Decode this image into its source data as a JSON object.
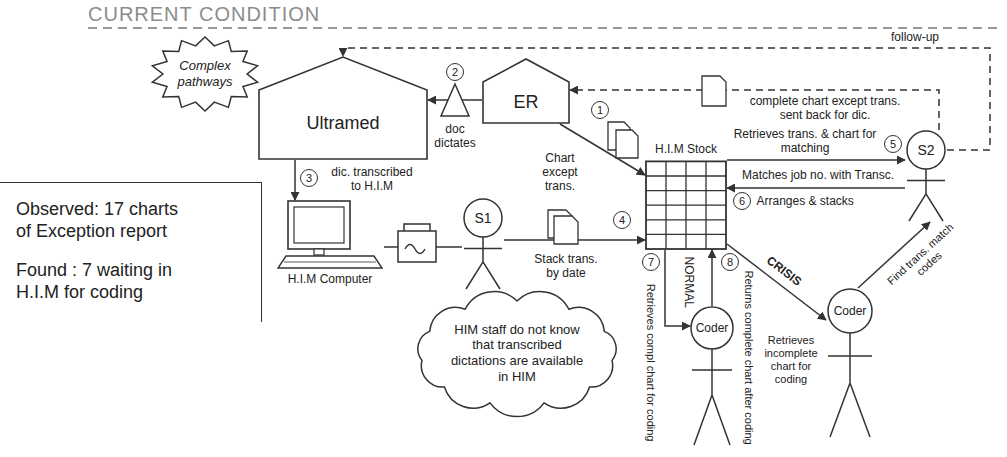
{
  "diagram": {
    "title": "CURRENT CONDITION",
    "nodes": [
      {
        "text": [
          "Complex pathways"
        ]
      },
      {
        "text": [
          "Ultramed"
        ]
      },
      {
        "text": [
          "ER"
        ]
      },
      {
        "text": [
          "Observed: 17 charts of Exception report",
          "Found : 7 waiting in H.I.M for coding"
        ]
      },
      {
        "text": [
          "H.I.M Computer"
        ]
      },
      {
        "text": [
          "S1"
        ]
      },
      {
        "text": [
          "H.I.M Stock"
        ]
      },
      {
        "text": [
          "S2"
        ]
      },
      {
        "text": [
          "HIM staff do not know that transcribed dictations are available in HIM"
        ]
      },
      {
        "text": [
          "Coder"
        ]
      },
      {
        "text": [
          "Coder"
        ]
      }
    ],
    "edges": [
      {
        "from": 2,
        "to": 6,
        "label": "Chart except trans.",
        "arrow": "to"
      },
      {
        "from": 2,
        "to": 1,
        "label": "doc dictates",
        "arrow": "to"
      },
      {
        "from": 1,
        "to": 4,
        "label": "dic. transcribed to H.I.M",
        "arrow": "to"
      },
      {
        "from": 4,
        "to": 5,
        "arrow": "none"
      },
      {
        "from": 5,
        "to": 6,
        "label": "Stack trans. by date",
        "arrow": "to"
      },
      {
        "from": 6,
        "to": 7,
        "label": "Retrieves trans. & chart for matching",
        "arrow": "to"
      },
      {
        "from": 7,
        "to": 6,
        "label": "Matches job no. with Transc.",
        "arrow": "to"
      },
      {
        "from": 7,
        "to": 2,
        "label": "complete chart except trans. sent back for dic.",
        "arrow": "to"
      },
      {
        "from": 7,
        "to": 1,
        "label": "follow-up",
        "arrow": "to"
      },
      {
        "from": 6,
        "to": 9,
        "label": "Retrieves compl chart for coding",
        "arrow": "to"
      },
      {
        "from": 9,
        "to": 6,
        "label": "Returns complete chart after coding",
        "arrow": "to"
      },
      {
        "from": 6,
        "to": 10,
        "label": "Retrieves incomplete chart for coding",
        "arrow": "to"
      },
      {
        "from": 10,
        "to": 7,
        "label": "Find trans. match codes",
        "arrow": "to"
      }
    ],
    "labels": [
      "1",
      "2",
      "3",
      "4",
      "5",
      "6",
      "7",
      "8",
      "NORMAL",
      "CRISIS",
      "Arranges & stacks"
    ]
  }
}
